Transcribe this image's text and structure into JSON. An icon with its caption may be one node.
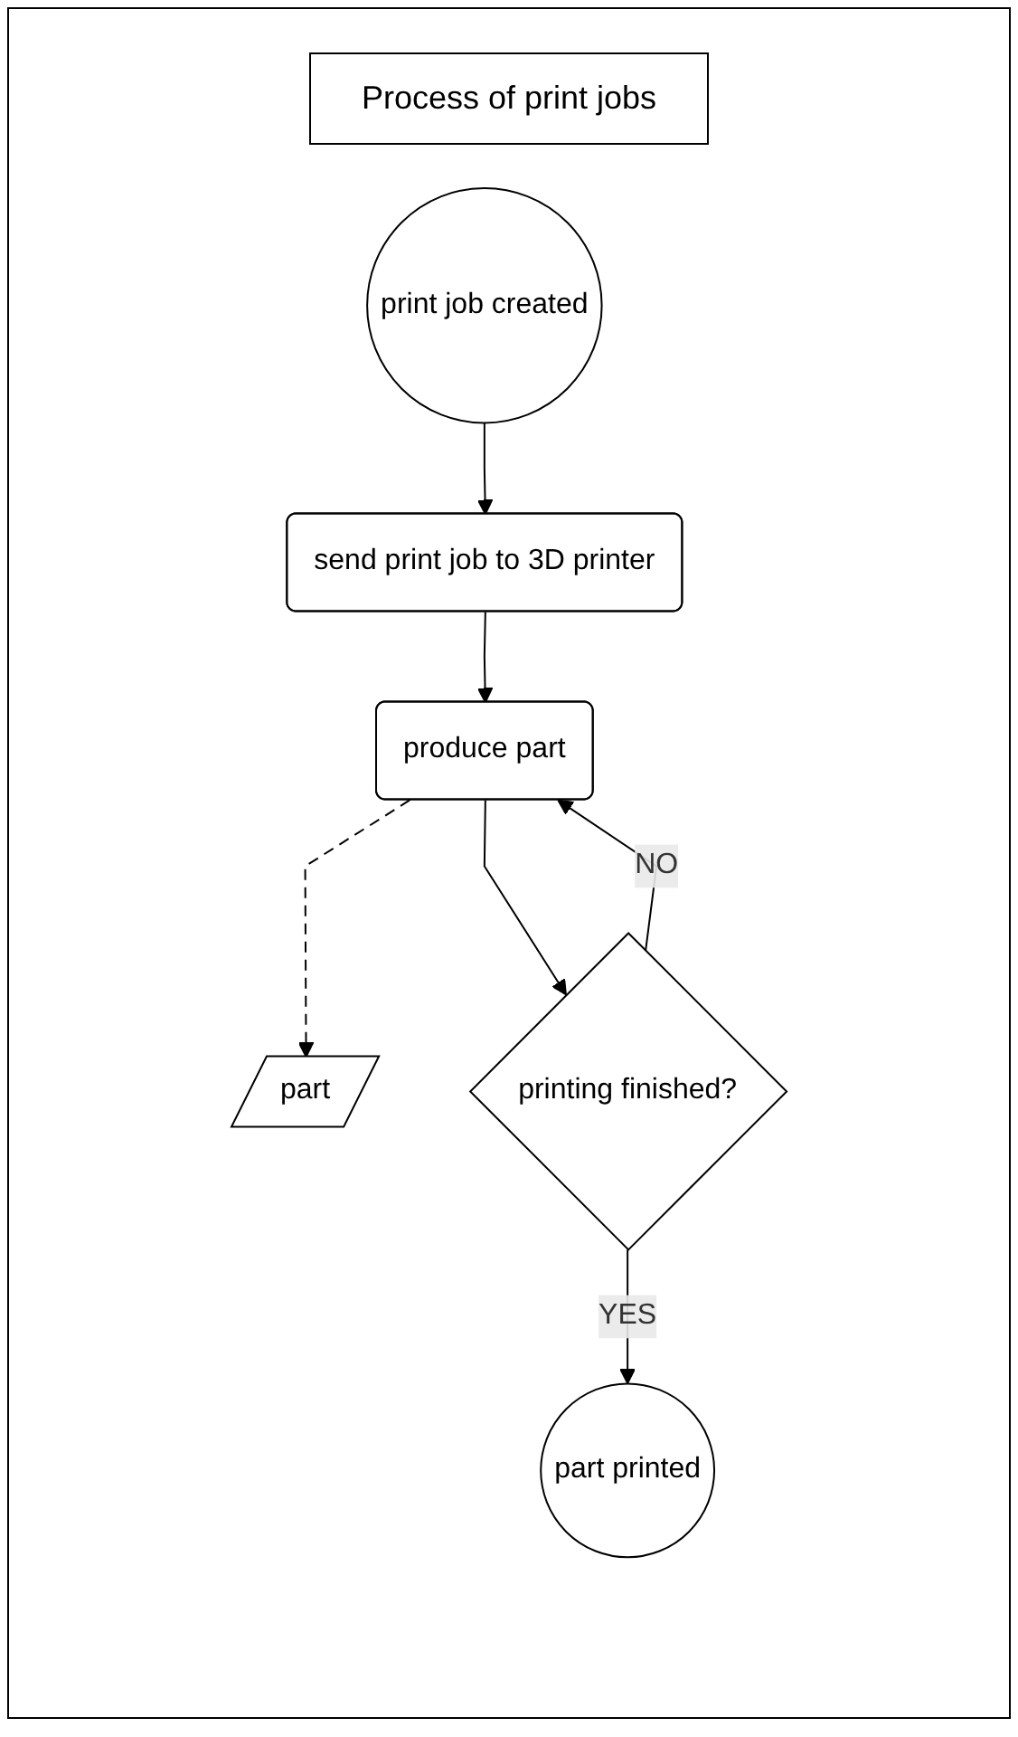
{
  "diagram": {
    "title": "Process of print jobs",
    "nodes": [
      {
        "text": [
          "print job created"
        ]
      },
      {
        "text": [
          "send print job to 3D printer"
        ]
      },
      {
        "text": [
          "produce part"
        ]
      },
      {
        "text": [
          "part"
        ]
      },
      {
        "text": [
          "printing finished?"
        ]
      },
      {
        "text": [
          "part printed"
        ]
      }
    ],
    "edges": [
      {
        "from": 0,
        "to": 1,
        "arrow": "to"
      },
      {
        "from": 1,
        "to": 2,
        "arrow": "to"
      },
      {
        "from": 2,
        "to": 3,
        "arrow": "to",
        "style": "dashed"
      },
      {
        "from": 2,
        "to": 4,
        "arrow": "to"
      },
      {
        "from": 4,
        "to": 2,
        "arrow": "to",
        "label": "NO"
      },
      {
        "from": 4,
        "to": 5,
        "arrow": "to",
        "label": "YES"
      }
    ]
  }
}
